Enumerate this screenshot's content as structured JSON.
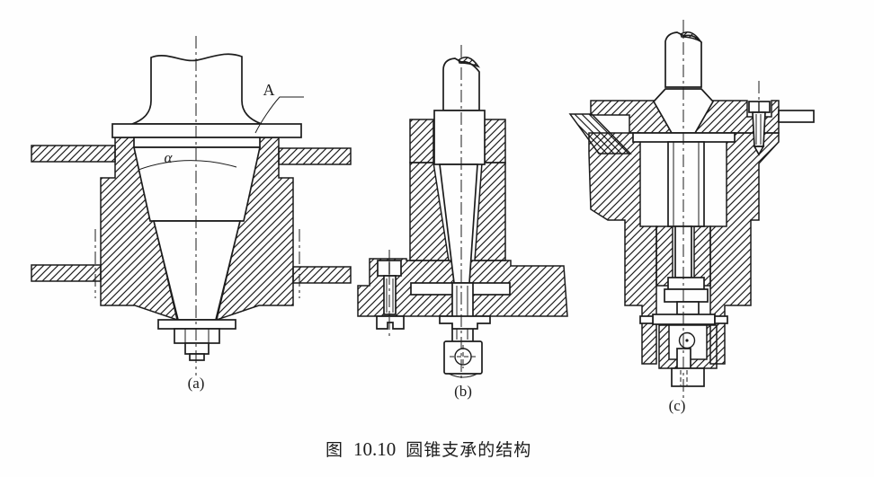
{
  "figure": {
    "caption_prefix": "图",
    "caption_number": "10.10",
    "caption_title": "圆锥支承的结构"
  },
  "annotations": {
    "flange_label": "A",
    "cone_angle_label": "α",
    "sub_label_a": "(a)",
    "sub_label_b": "(b)",
    "sub_label_c": "(c)"
  },
  "colors": {
    "ink": "#1c1c1c",
    "paper": "#fefefe"
  }
}
